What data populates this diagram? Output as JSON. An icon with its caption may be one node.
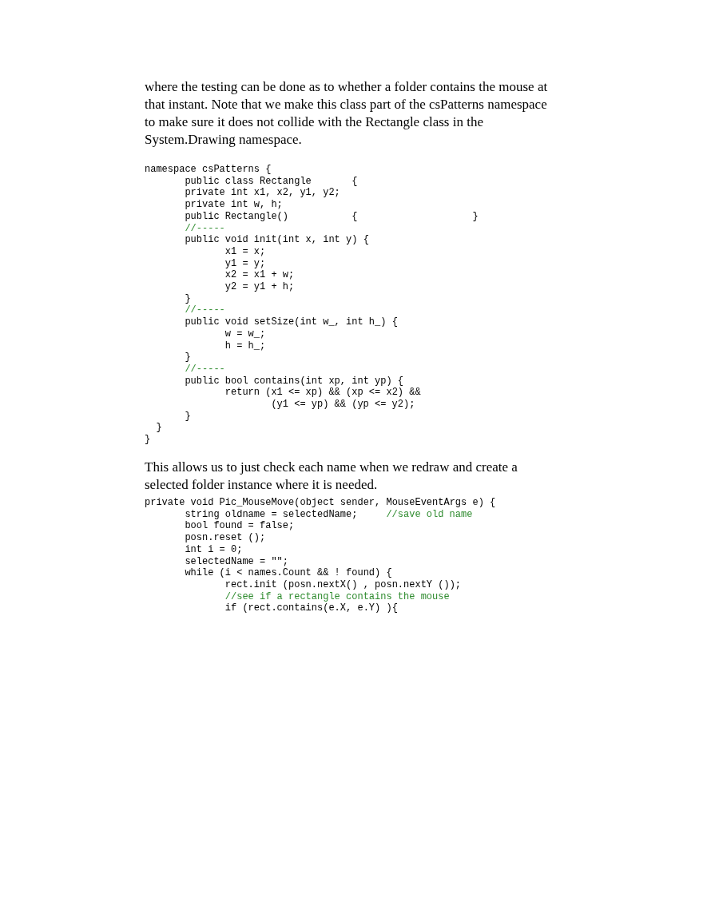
{
  "diagram": {
    "labels": [
      "where the testing can be done as to whether a folder contains the mouse at that instant. Note that we make this class part of the csPatterns namespace to make sure it does not collide with the Rectangle class in the System.Drawing namespace.",
      "namespace csPatterns {",
      "public class Rectangle       {",
      "private int x1, x2, y1, y2;",
      "private int w, h;",
      "public Rectangle()           {                    }",
      "//-----",
      "public void init(int x, int y) {",
      "x1 = x;",
      "y1 = y;",
      "x2 = x1 + w;",
      "y2 = y1 + h;",
      "}",
      "//-----",
      "public void setSize(int w_, int h_) {",
      "w = w_;",
      "h = h_;",
      "}",
      "//-----",
      "public bool contains(int xp, int yp) {",
      "return (x1 <= xp) && (xp <= x2) &&",
      "(y1 <= yp) && (yp <= y2);",
      "}",
      "}",
      "}",
      "This allows us to just check each name when we redraw and create a selected folder instance where it is needed.",
      "private void Pic_MouseMove(object sender, MouseEventArgs e) {",
      "string oldname = selectedName;",
      "//save old name",
      "bool found = false;",
      "posn.reset ();",
      "int i = 0;",
      "selectedName = \"\";",
      "while (i < names.Count && ! found) {",
      "rect.init (posn.nextX() , posn.nextY ());",
      "//see if a rectangle contains the mouse",
      "if (rect.contains(e.X, e.Y) ){"
    ]
  }
}
